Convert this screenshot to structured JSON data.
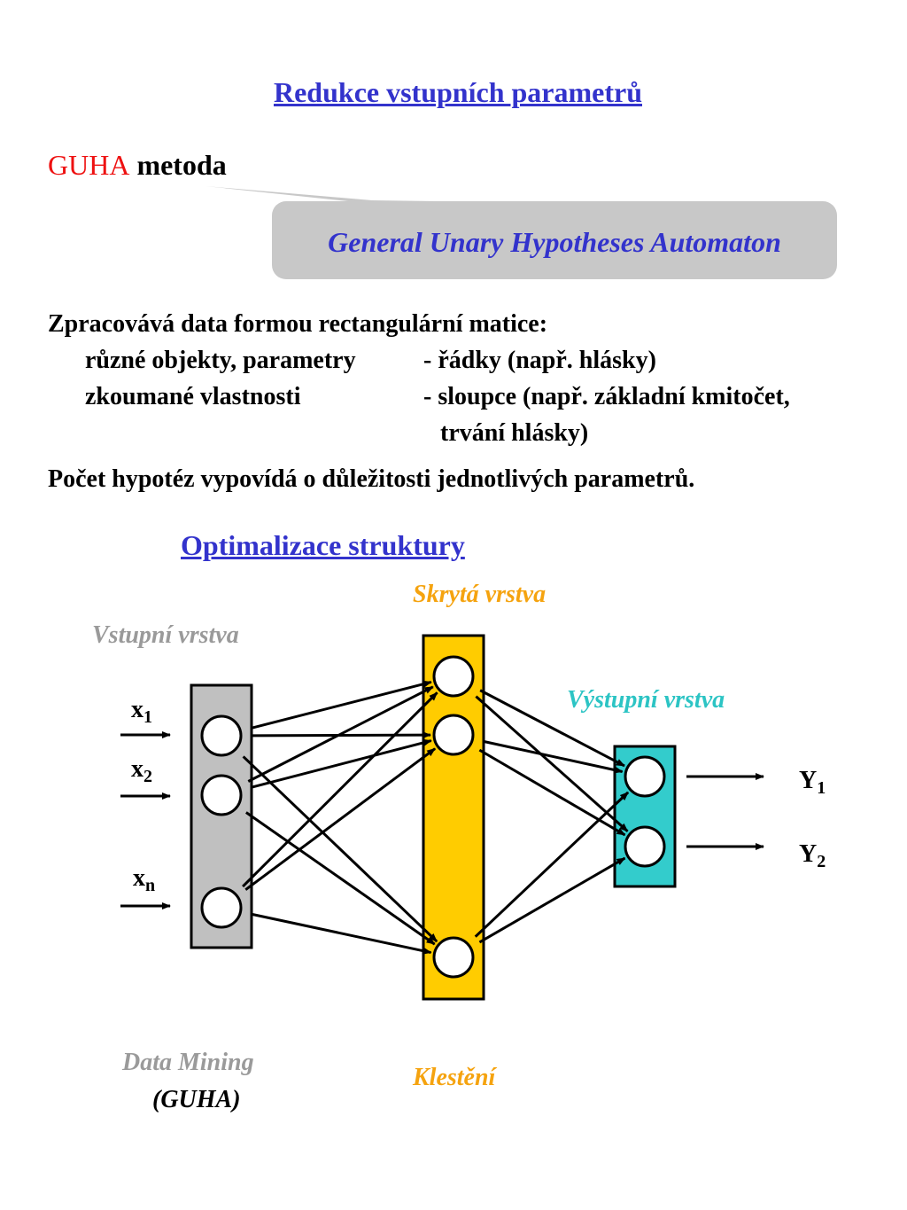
{
  "heading": "Redukce vstupních parametrů",
  "method": {
    "name": "GUHA",
    "rest": "metoda"
  },
  "callout": "General Unary Hypotheses Automaton",
  "description": {
    "main": "Zpracovává data formou rectangulární matice:",
    "row1_left": "různé objekty, parametry",
    "row1_right": "- řádky (např. hlásky)",
    "row2_left": "zkoumané vlastnosti",
    "row2_right": "- sloupce (např. základní kmitočet,",
    "row2_cont": "trvání hlásky)",
    "summary": "Počet hypotéz vypovídá o důležitosti jednotlivých parametrů."
  },
  "section_heading": "Optimalizace struktury",
  "network": {
    "hidden_label": "Skrytá vrstva",
    "input_label": "Vstupní vrstva",
    "output_label": "Výstupní vrstva",
    "pruning_label": "Klestění",
    "data_mining_label": "Data Mining",
    "data_mining_sub": "(GUHA)",
    "inputs": [
      {
        "base": "x",
        "sub": "1"
      },
      {
        "base": "x",
        "sub": "2"
      },
      {
        "base": "x",
        "sub": "n"
      }
    ],
    "outputs": [
      {
        "base": "Y",
        "sub": "1"
      },
      {
        "base": "Y",
        "sub": "2"
      }
    ],
    "colors": {
      "input_layer": "#c0c0c0",
      "hidden_layer": "#ffcc00",
      "output_layer": "#33cccc",
      "heading": "#3333cc",
      "guha": "#ee1111",
      "callout_bg": "#c8c8c8"
    }
  }
}
